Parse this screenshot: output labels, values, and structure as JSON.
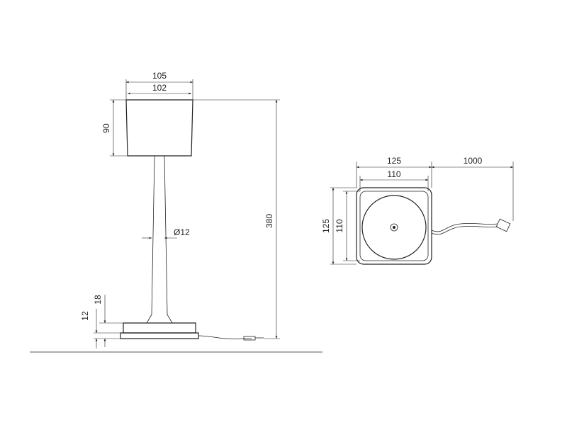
{
  "side_view": {
    "shade_width_outer": "105",
    "shade_width_inner": "102",
    "shade_height": "90",
    "stem_diameter": "Ø12",
    "total_height": "380",
    "base_height": "18",
    "base_plate_height": "12"
  },
  "top_view": {
    "base_outer": "125",
    "base_inner": "110",
    "cable_length": "1000",
    "base_outer_vertical": "125",
    "base_inner_vertical": "110"
  },
  "colors": {
    "line": "#222222",
    "background": "#ffffff"
  }
}
